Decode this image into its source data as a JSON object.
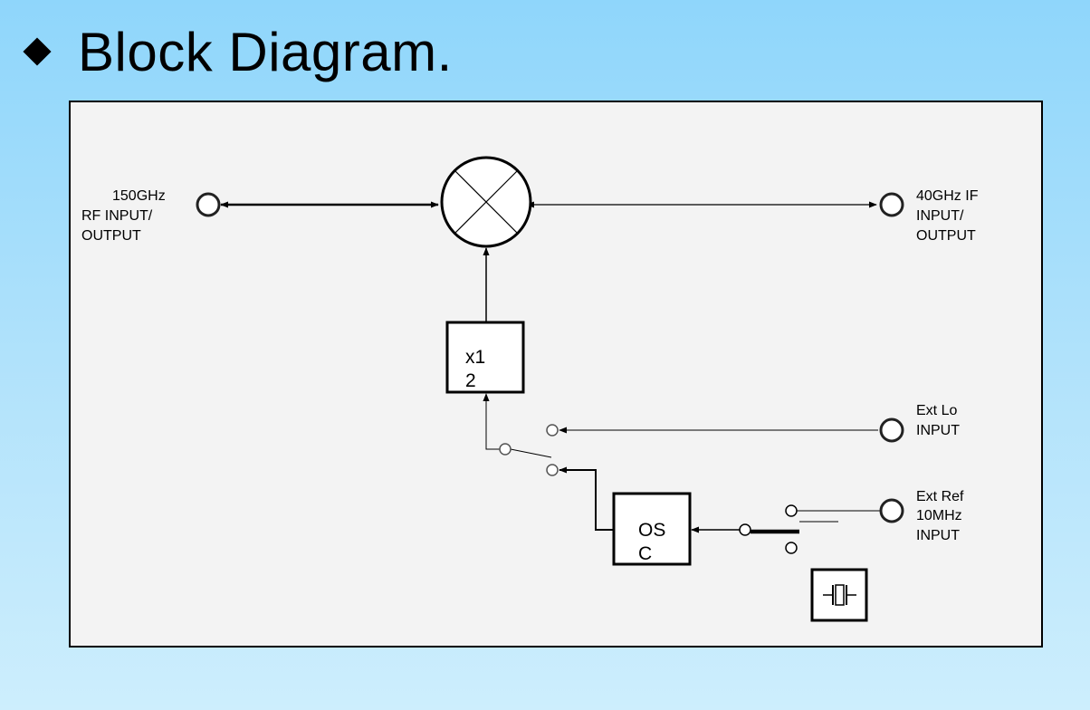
{
  "slide": {
    "title": "Block Diagram.",
    "bullet_icon": "diamond-bullet-icon"
  },
  "diagram": {
    "rf_port": {
      "lines": [
        "150GHz",
        "RF  INPUT/",
        "OUTPUT"
      ]
    },
    "if_port": {
      "lines": [
        "40GHz IF",
        "INPUT/",
        "OUTPUT"
      ]
    },
    "ext_lo_port": {
      "lines": [
        "Ext  Lo",
        "INPUT"
      ]
    },
    "ext_ref_port": {
      "lines": [
        "Ext Ref",
        "10MHz",
        "INPUT"
      ]
    },
    "multiplier_block": {
      "lines": [
        "x1",
        "2"
      ]
    },
    "osc_block": {
      "lines": [
        "OS",
        "C"
      ]
    },
    "mixer_icon": "mixer-cross-circle-icon",
    "crystal_icon": "crystal-oscillator-icon"
  }
}
